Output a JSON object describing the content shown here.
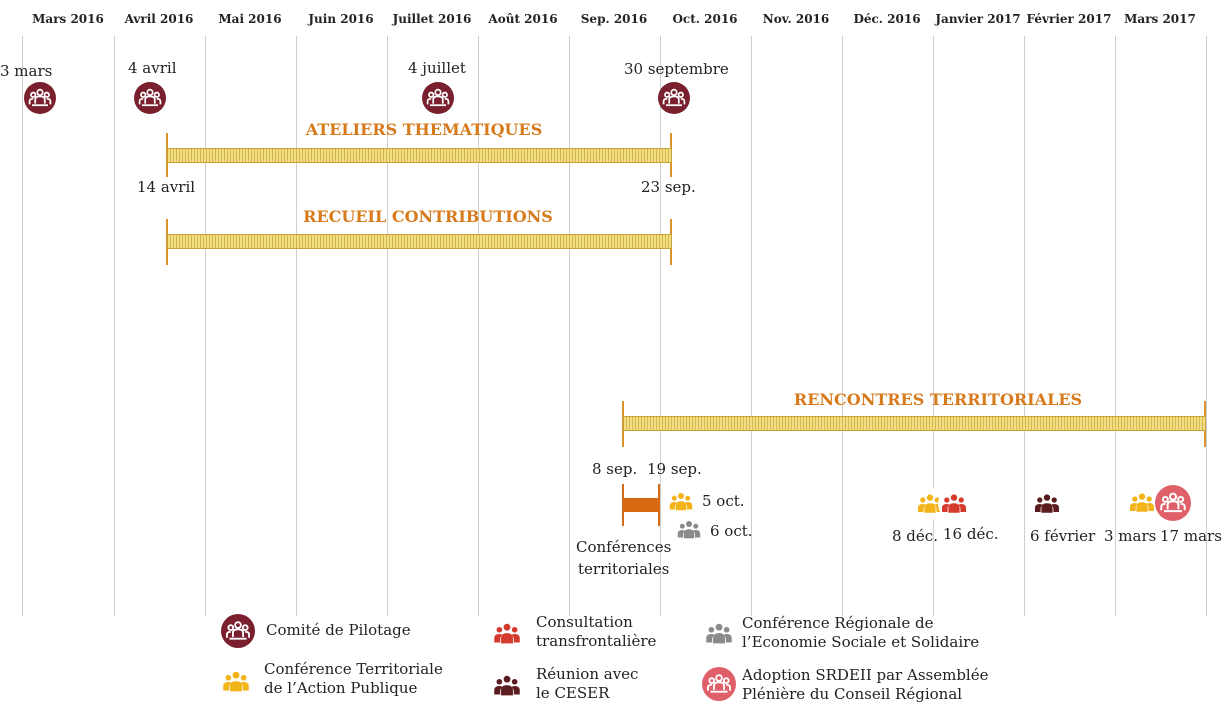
{
  "months": [
    "Mars 2016",
    "Avril 2016",
    "Mai 2016",
    "Juin 2016",
    "Juillet 2016",
    "Août 2016",
    "Sep. 2016",
    "Oct. 2016",
    "Nov. 2016",
    "Déc. 2016",
    "Janvier 2017",
    "Février 2017",
    "Mars 2017"
  ],
  "milestones": {
    "copil_1": "3 mars",
    "copil_2": "4 avril",
    "copil_3": "4 juillet",
    "copil_4": "30 septembre"
  },
  "bars": {
    "ateliers": {
      "title": "ATELIERS THEMATIQUES",
      "start": "14 avril",
      "end": "23 sep."
    },
    "recueil": {
      "title": "RECUEIL CONTRIBUTIONS"
    },
    "rencontres": {
      "title": "RENCONTRES TERRITORIALES"
    }
  },
  "conferences": {
    "start": "8 sep.",
    "end": "19 sep.",
    "label_line1": "Conférences",
    "label_line2": "territoriales"
  },
  "events": {
    "oct5": "5 oct.",
    "oct6": "6 oct.",
    "dec8": "8 déc.",
    "dec16": "16 déc.",
    "feb6": "6 février",
    "mar3": "3 mars",
    "mar17": "17 mars"
  },
  "legend": {
    "copil": "Comité de Pilotage",
    "ctap_line1": "Conférence Territoriale",
    "ctap_line2": "de l’Action Publique",
    "transfront_line1": "Consultation",
    "transfront_line2": "transfrontalière",
    "ceser_line1": "Réunion avec",
    "ceser_line2": "le CESER",
    "cress_line1": "Conférence Régionale de",
    "cress_line2": "l’Economie Sociale et Solidaire",
    "adoption_line1": "Adoption SRDEII par Assemblée",
    "adoption_line2": "Plénière du Conseil Régional"
  },
  "colors": {
    "copil": "#7a1f2e",
    "ctap": "#f2b418",
    "transfront": "#d63a2c",
    "ceser": "#5a1c1e",
    "cress": "#8a8a8a",
    "adoption": "#e0606a",
    "bar_title": "#d77a1b",
    "conf_bar": "#d86a14"
  }
}
